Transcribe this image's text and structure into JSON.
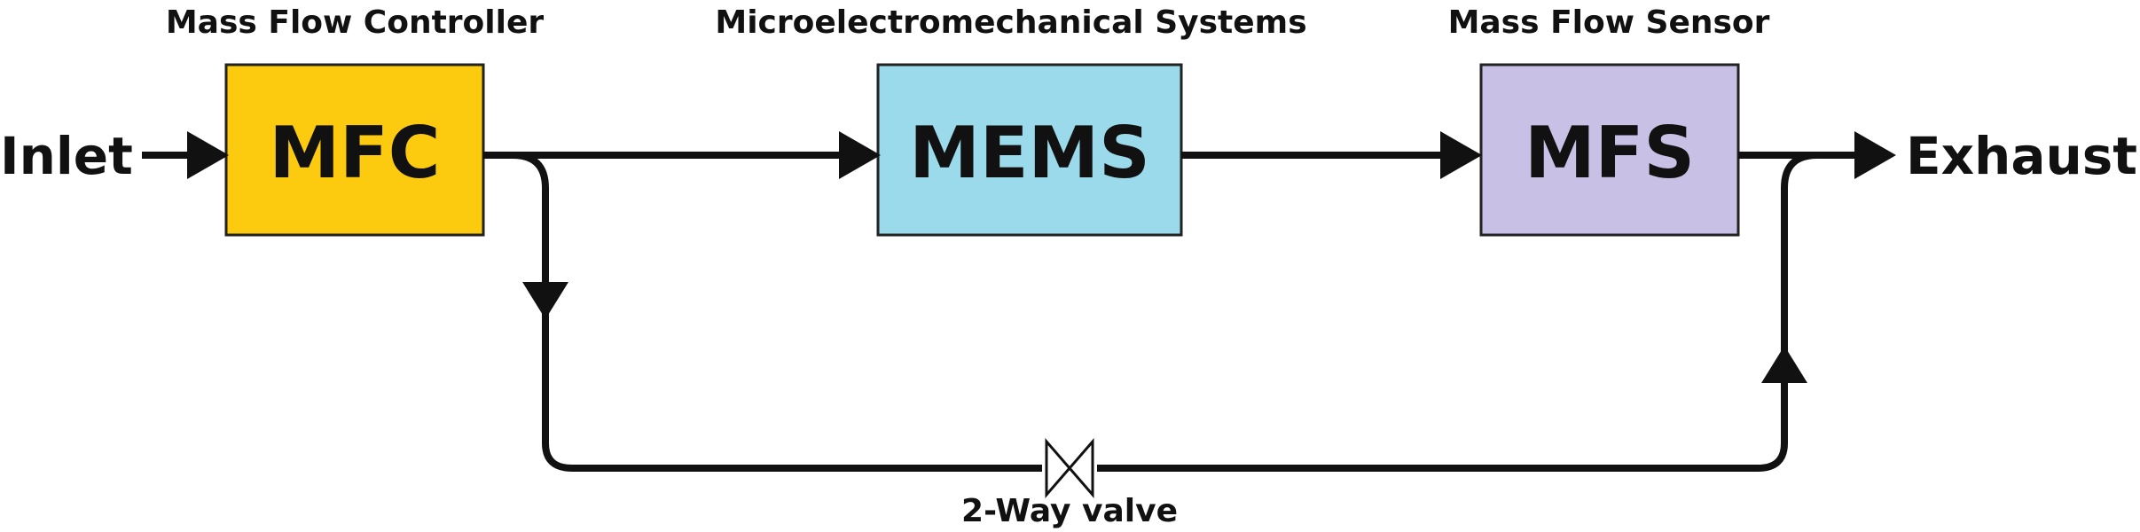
{
  "inlet_label": "Inlet",
  "exhaust_label": "Exhaust",
  "blocks": [
    {
      "id": "mfc",
      "abbr": "MFC",
      "title": "Mass Flow Controller",
      "color": "#FCCB10"
    },
    {
      "id": "mems",
      "abbr": "MEMS",
      "title": "Microelectromechanical Systems",
      "color": "#9BDAEA"
    },
    {
      "id": "mfs",
      "abbr": "MFS",
      "title": "Mass Flow Sensor",
      "color": "#C9C0E6"
    }
  ],
  "valve_label": "2-Way valve",
  "line_color": "#111111"
}
